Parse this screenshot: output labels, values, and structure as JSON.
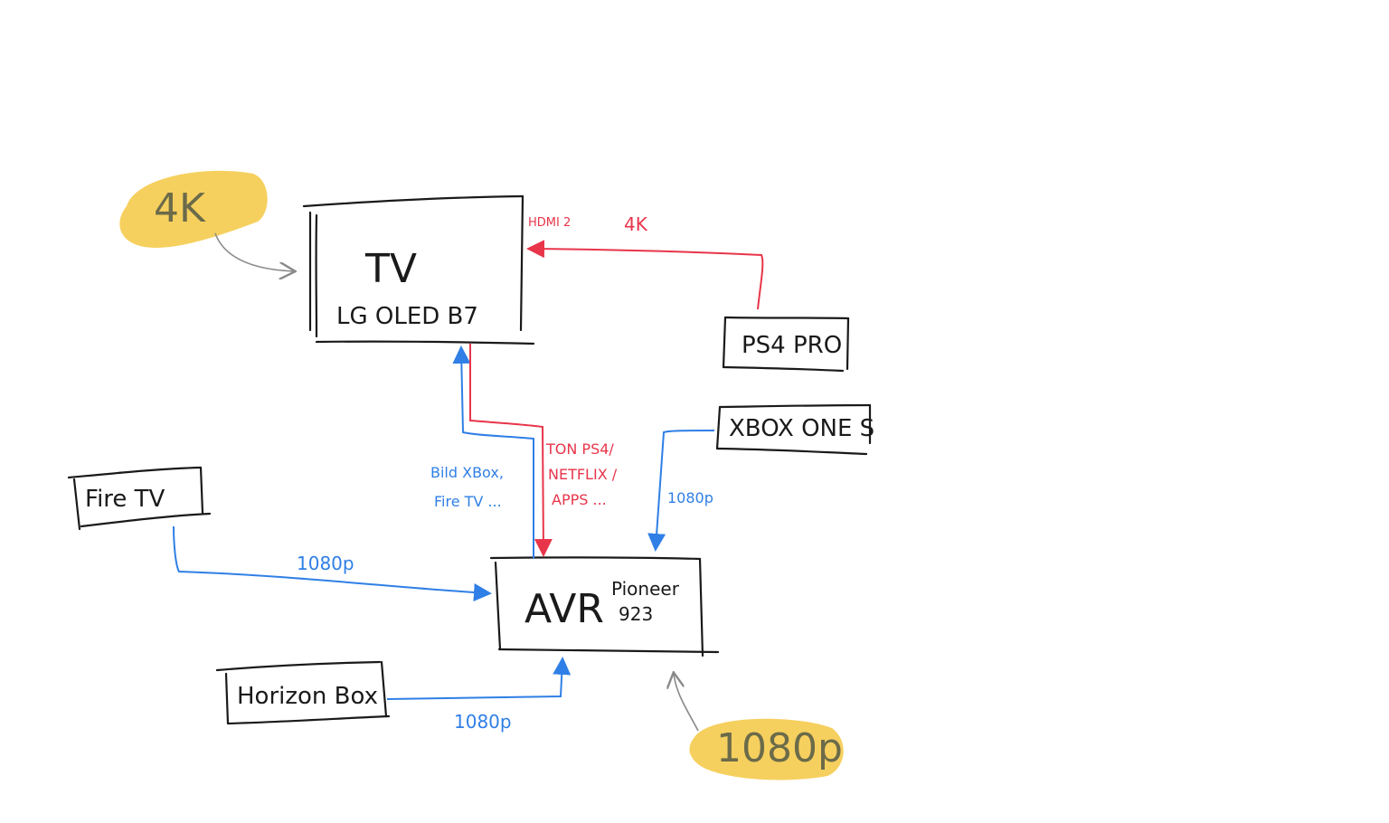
{
  "colors": {
    "ink": "#1a1a1a",
    "blue": "#2f7fe6",
    "red": "#e8354a",
    "highlight": "#f5c842",
    "grey": "#8a8a8a"
  },
  "devices": {
    "tv": {
      "title": "TV",
      "model": "LG OLED B7"
    },
    "ps4": {
      "label": "PS4 PRO"
    },
    "xbox": {
      "label": "XBOX ONE S"
    },
    "firetv": {
      "label": "Fire TV"
    },
    "avr": {
      "title": "AVR",
      "model_line1": "Pioneer",
      "model_line2": "923"
    },
    "horizon": {
      "label": "Horizon Box"
    }
  },
  "annotations": {
    "res_4k": "4K",
    "res_1080p": "1080p",
    "hdmi_port": "HDMI 2",
    "ps4_to_tv": "4K",
    "xbox_to_avr": "1080p",
    "firetv_to_avr": "1080p",
    "horizon_to_avr": "1080p",
    "bild_line1": "Bild XBox,",
    "bild_line2": "Fire TV ...",
    "ton_line1": "TON PS4/",
    "ton_line2": "NETFLIX /",
    "ton_line3": "APPS ..."
  }
}
